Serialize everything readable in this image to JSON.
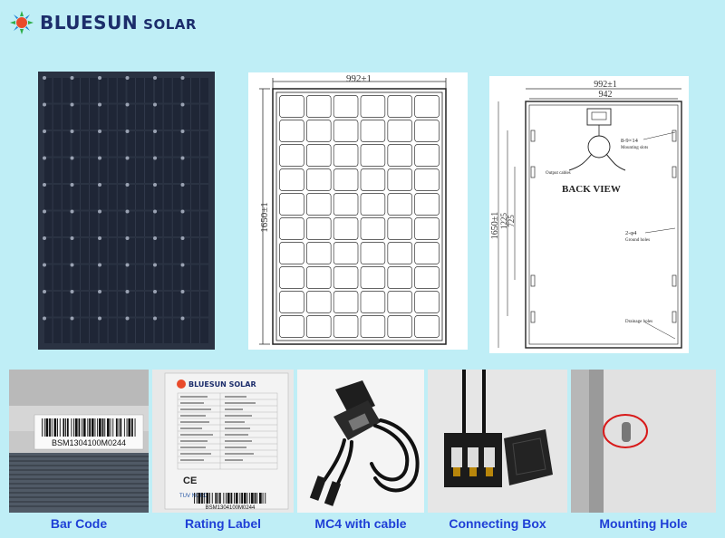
{
  "brand": {
    "name_main": "BLUESUN",
    "name_sub": "SOLAR",
    "color": "#1c2d6b",
    "accent": "#e94b2b"
  },
  "front_drawing": {
    "width_dim": "992±1",
    "height_dim": "1650±1"
  },
  "back_drawing": {
    "width_dim": "992±1",
    "inner_width_dim": "942",
    "height_dim": "1650±1",
    "dim_2": "1225",
    "dim_3": "725",
    "title": "BACK  VIEW",
    "mounting_label": "8-9×14",
    "mounting_sub": "Mounting slots",
    "output_label": "Output cables",
    "ground_label": "2-φ4",
    "ground_sub": "Ground holes",
    "drainage_label": "Drainage holes"
  },
  "barcode": {
    "text": "BSM1304100M0244"
  },
  "rating_label": {
    "brand": "BLUESUN SOLAR",
    "barcode_text": "BSM1304100M0244",
    "cert": "CE",
    "tuv": "TUV NORD"
  },
  "captions": {
    "bar_code": "Bar Code",
    "rating_label": "Rating Label",
    "mc4": "MC4 with cable",
    "connecting_box": "Connecting Box",
    "mounting_hole": "Mounting Hole"
  },
  "colors": {
    "background": "#bfeef6",
    "caption": "#1f3fd6",
    "cell": "#1f2636"
  }
}
